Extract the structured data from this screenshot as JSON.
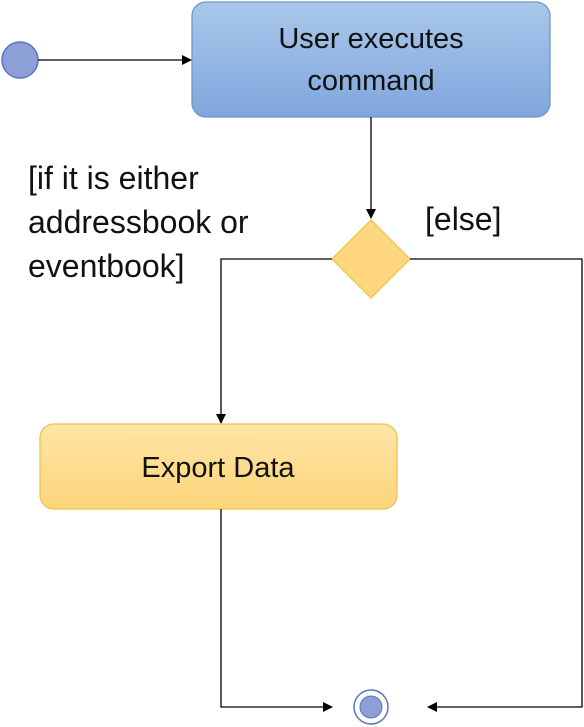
{
  "nodes": {
    "start": {
      "kind": "initial-node"
    },
    "execute": {
      "label_lines": [
        "User executes",
        "command"
      ]
    },
    "decision": {
      "kind": "decision-node"
    },
    "export": {
      "label": "Export Data"
    },
    "end": {
      "kind": "final-node"
    }
  },
  "guards": {
    "left_lines": [
      "[if it is either",
      "addressbook or",
      "eventbook]"
    ],
    "right": "[else]"
  },
  "colors": {
    "blue_fill_top": "#aac7ea",
    "blue_fill_bottom": "#7fa6dc",
    "blue_stroke": "#6d96cf",
    "orange_fill_top": "#ffe5a6",
    "orange_fill_bottom": "#fdd57a",
    "orange_stroke": "#f2c14b",
    "node_circle": "#8c9fd6",
    "node_circle_stroke": "#5a74bd",
    "line": "#000000"
  }
}
